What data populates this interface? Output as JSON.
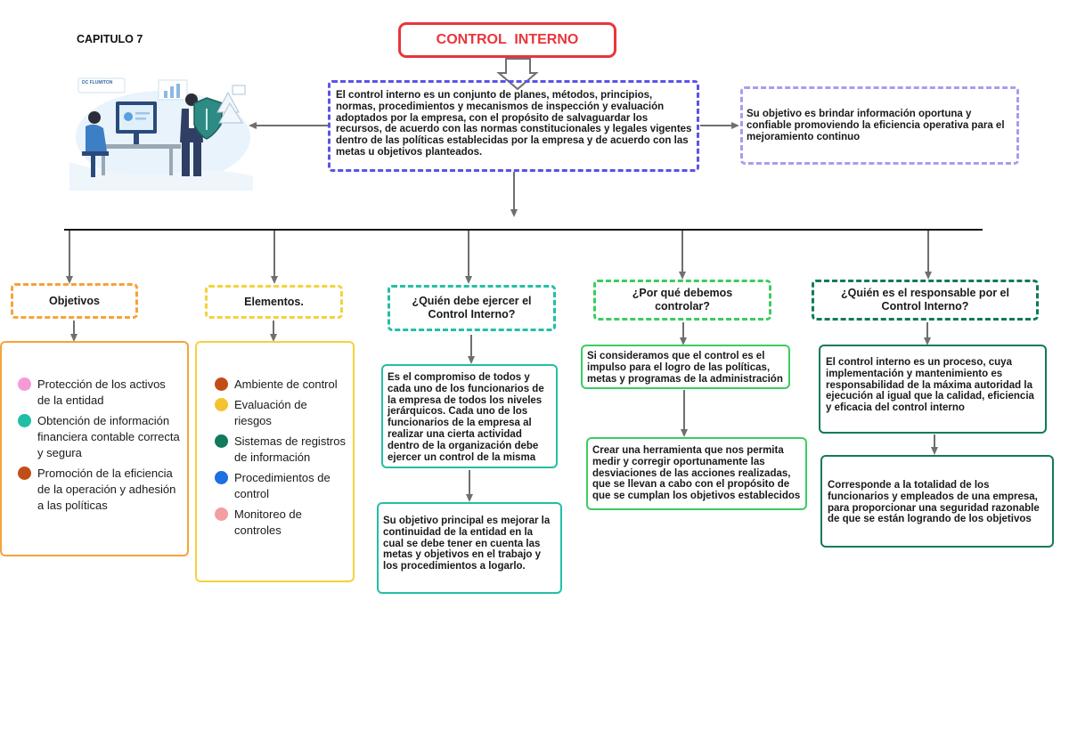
{
  "chapter": "CAPITULO 7",
  "title": "CONTROL  INTERNO",
  "definition": "El control interno es un conjunto de planes, métodos, principios, normas, procedimientos y mecanismos de inspección y evaluación adoptados por la empresa, con el propósito de salvaguardar los recursos, de acuerdo con las normas constitucionales y legales vigentes dentro de las políticas establecidas por la empresa y de acuerdo con las metas u objetivos planteados.",
  "purpose": "Su objetivo es brindar información oportuna y confiable promoviendo la eficiencia operativa para el mejoramiento continuo",
  "illustration": {
    "logo_text": "DC FLUMITON"
  },
  "branches": {
    "objetivos": {
      "heading": "Objetivos",
      "color": "#f7a23b",
      "items": [
        {
          "text": "Protección de los activos de la entidad",
          "dot": "#f59ad6"
        },
        {
          "text": "Obtención de información financiera contable correcta y segura",
          "dot": "#1fbfa6"
        },
        {
          "text": "Promoción de la eficiencia de la operación y adhesión a las políticas",
          "dot": "#c24e17"
        }
      ]
    },
    "elementos": {
      "heading": "Elementos.",
      "color": "#f4d23c",
      "items": [
        {
          "text": "Ambiente de control",
          "dot": "#c24e17"
        },
        {
          "text": "Evaluación de riesgos",
          "dot": "#f4c430"
        },
        {
          "text": "Sistemas de registros de información",
          "dot": "#0f7a5c"
        },
        {
          "text": "Procedimientos de control",
          "dot": "#1e6fe0"
        },
        {
          "text": "Monitoreo de controles",
          "dot": "#f39ea0"
        }
      ]
    },
    "quien_ejerce": {
      "heading": "¿Quién debe ejercer el Control Interno?",
      "color": "#22bfa5",
      "box1": "Es el compromiso de todos y cada uno de los funcionarios de la empresa de todos los niveles jerárquicos. Cada uno de los funcionarios de la empresa al realizar una cierta actividad dentro de la organización debe ejercer un control de la misma",
      "box2": "Su objetivo principal es mejorar la continuidad de la entidad en la cual se debe tener en cuenta las metas y objetivos en el trabajo y los procedimientos a logarlo."
    },
    "por_que": {
      "heading": "¿Por qué debemos controlar?",
      "color": "#3ccc61",
      "box1": "Si consideramos que el control es el impulso para el logro de las políticas, metas y programas de la administración",
      "box2": "Crear una herramienta que nos permita medir y corregir oportunamente las desviaciones de las acciones realizadas, que se llevan a cabo con el propósito de que se cumplan los objetivos establecidos"
    },
    "responsable": {
      "heading": "¿Quién es el responsable por el Control Interno?",
      "color": "#0f7a5c",
      "box1": "El control interno es un proceso, cuya implementación y mantenimiento es responsabilidad de la máxima autoridad la ejecución al igual que la calidad, eficiencia y eficacia del control interno",
      "box2": "Corresponde a la totalidad de los funcionarios y empleados de una empresa, para proporcionar una seguridad razonable de que se están logrando de los objetivos"
    }
  },
  "colors": {
    "title_border": "#e8353b",
    "title_text": "#e8353b",
    "definition_border": "#5a53e8",
    "purpose_border": "#a89df0",
    "connector": "#6f6f6f",
    "hline": "#111111"
  }
}
